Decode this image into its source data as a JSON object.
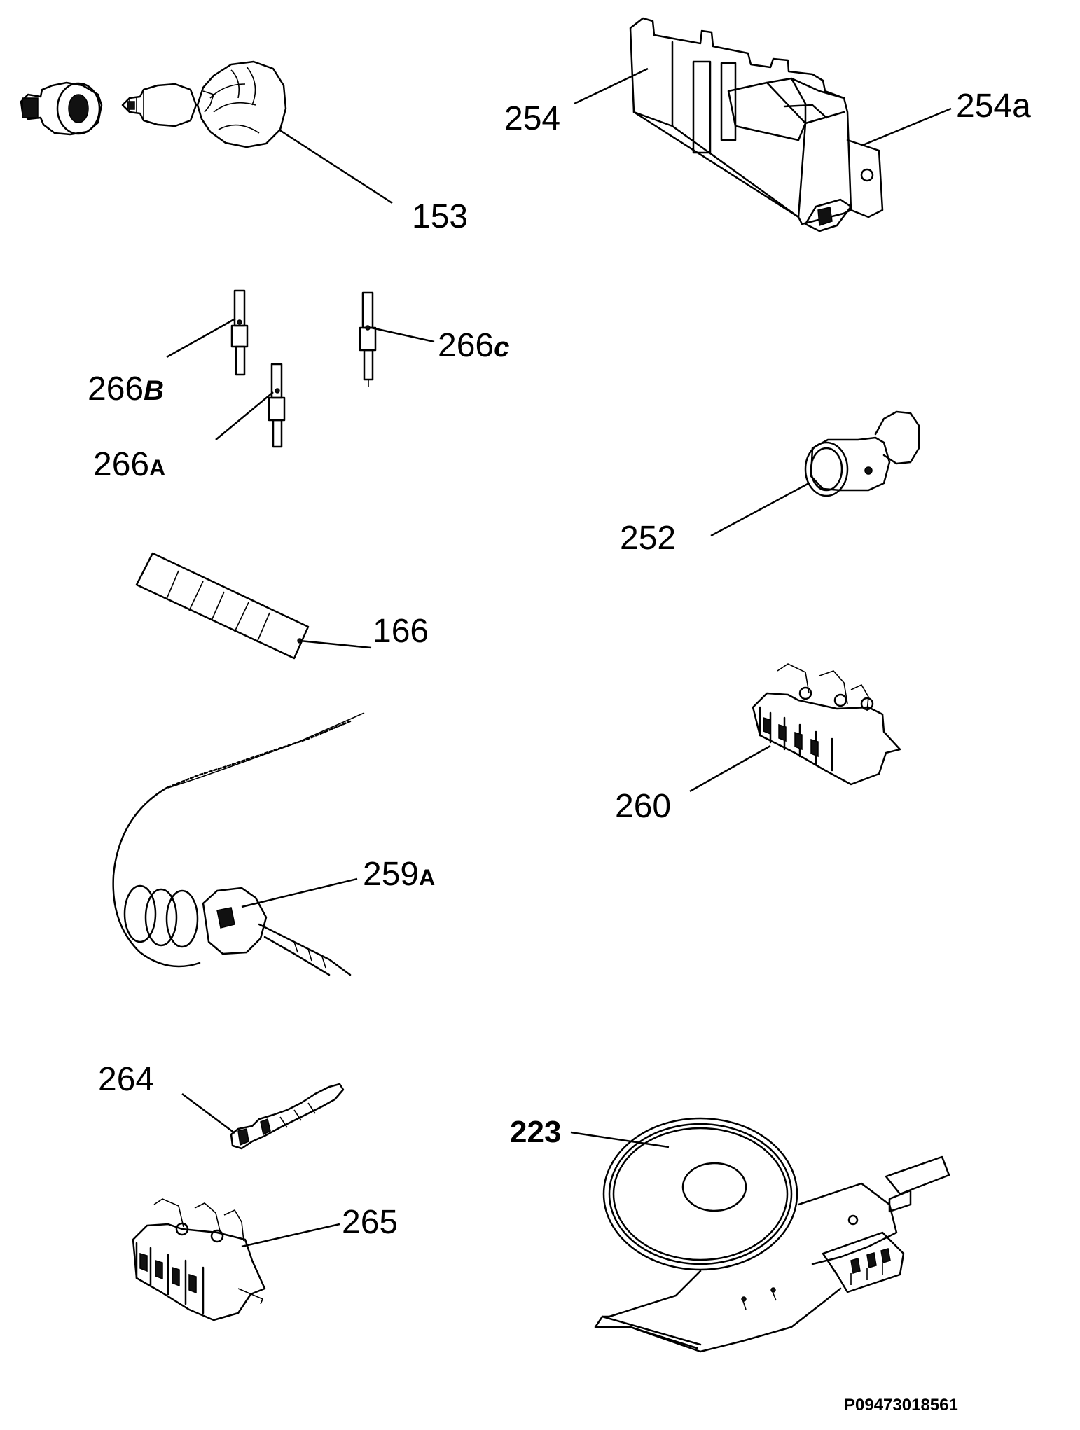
{
  "labels": {
    "l153": "153",
    "l254": "254",
    "l254a": "254a",
    "l266b": "266",
    "l266b_suffix": "B",
    "l266c": "266",
    "l266c_suffix": "c",
    "l266a": "266",
    "l266a_suffix": "A",
    "l252": "252",
    "l166": "166",
    "l260": "260",
    "l259a": "259",
    "l259a_suffix": "A",
    "l264": "264",
    "l223": "223",
    "l265": "265"
  },
  "document_code": "P09473018561"
}
